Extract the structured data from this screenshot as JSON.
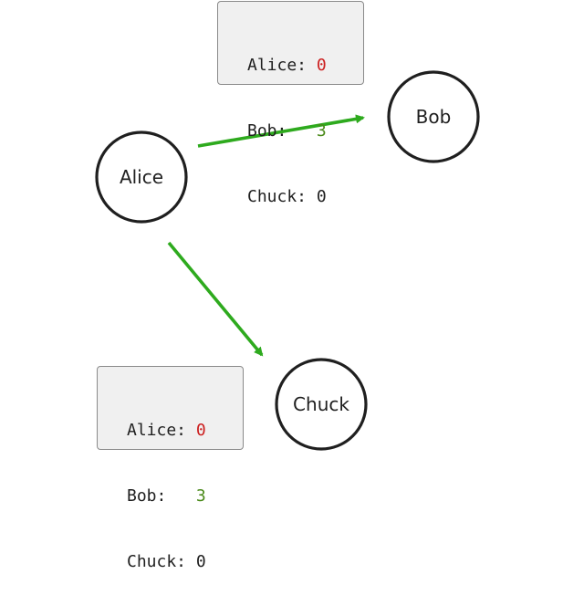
{
  "colors": {
    "edge": "#2eaa1e",
    "negative_value": "#cc1f1f",
    "positive_value": "#4a8a1a",
    "neutral_value": "#1f1f1f"
  },
  "nodes": [
    {
      "id": "alice",
      "label": "Alice"
    },
    {
      "id": "bob",
      "label": "Bob"
    },
    {
      "id": "chuck",
      "label": "Chuck"
    }
  ],
  "edges": [
    {
      "from": "alice",
      "to": "bob"
    },
    {
      "from": "alice",
      "to": "chuck"
    }
  ],
  "ledger_top": {
    "rows": [
      {
        "name": "Alice:",
        "value": "0",
        "tone": "negative"
      },
      {
        "name": "Bob:",
        "value": "3",
        "tone": "positive"
      },
      {
        "name": "Chuck:",
        "value": "0",
        "tone": "neutral"
      }
    ]
  },
  "ledger_bottom": {
    "rows": [
      {
        "name": "Alice:",
        "value": "0",
        "tone": "negative"
      },
      {
        "name": "Bob:",
        "value": "3",
        "tone": "positive"
      },
      {
        "name": "Chuck:",
        "value": "0",
        "tone": "neutral"
      }
    ]
  }
}
